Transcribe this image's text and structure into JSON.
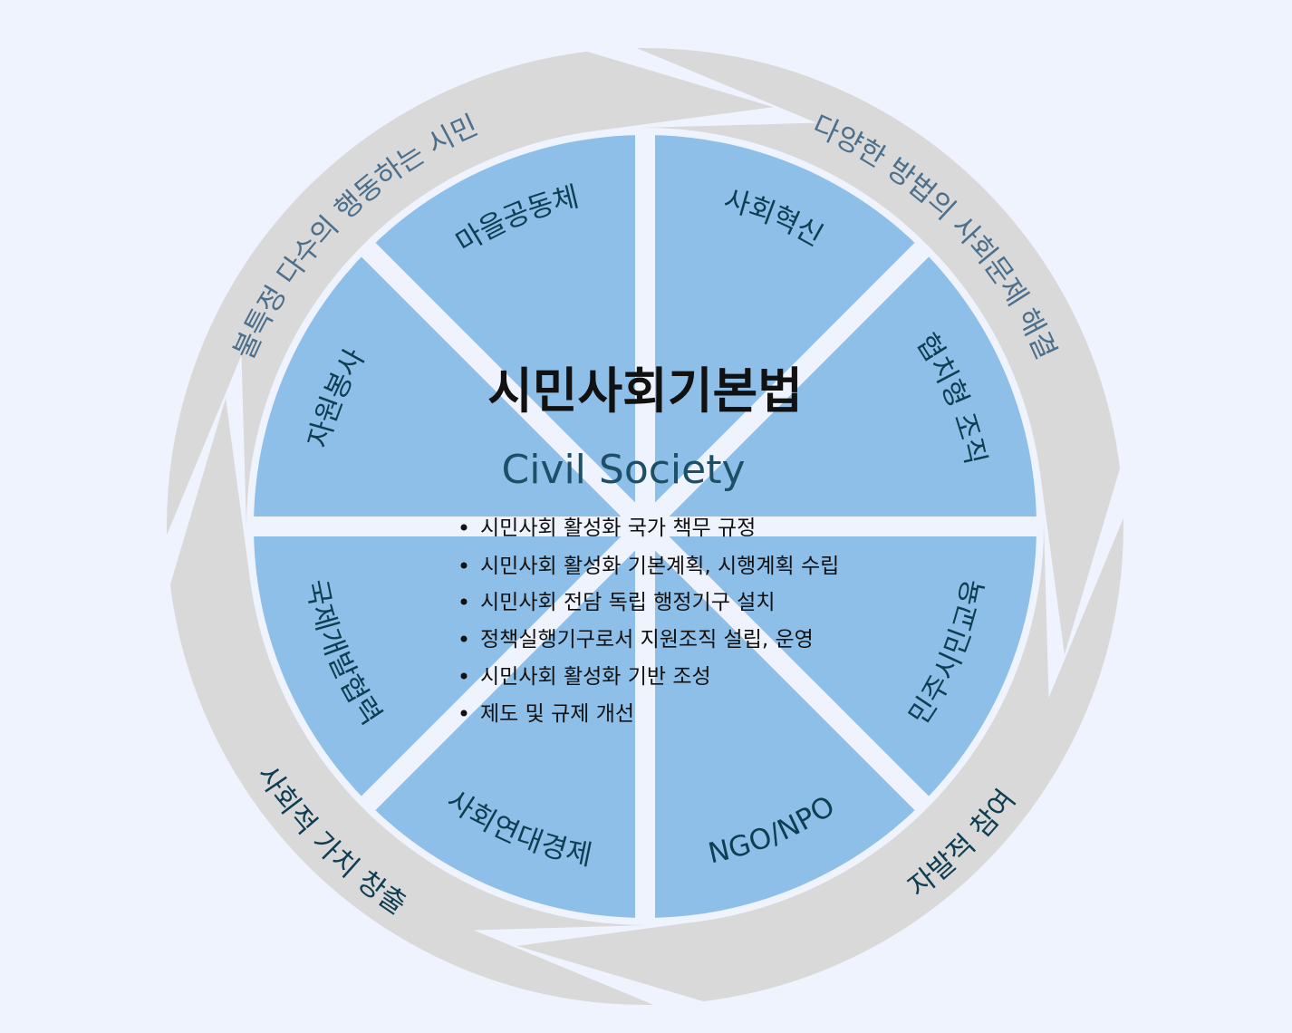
{
  "center": {
    "title": "시민사회기본법",
    "subtitle": "Civil Society",
    "bullets": [
      "시민사회 활성화 국가 책무 규정",
      "시민사회 활성화 기본계획, 시행계획 수립",
      "시민사회 전담 독립 행정기구 설치",
      "정책실행기구로서 지원조직 설립, 운영",
      "시민사회 활성화 기반 조성",
      "제도 및 규제 개선"
    ]
  },
  "segments": [
    {
      "label": "사회혁신"
    },
    {
      "label": "협치형 조직"
    },
    {
      "label": "민주시민교육"
    },
    {
      "label": "NGO/NPO"
    },
    {
      "label": "사회연대경제"
    },
    {
      "label": "국제개발협력"
    },
    {
      "label": "자원봉사"
    },
    {
      "label": "마을공동체"
    }
  ],
  "outer": [
    {
      "label": "다양한 방법의 사회문제 해결"
    },
    {
      "label": "자발적 참여"
    },
    {
      "label": "사회적 가치 창출"
    },
    {
      "label": "불특정 다수의 행동하는 시민"
    }
  ],
  "colors": {
    "background": "#eff3fd",
    "segment_fill": "#8ebfe8",
    "outer_ring": "#d9d9d9",
    "outer_text_top": "#4c6f8c",
    "outer_text_bottom": "#0f3d52"
  }
}
